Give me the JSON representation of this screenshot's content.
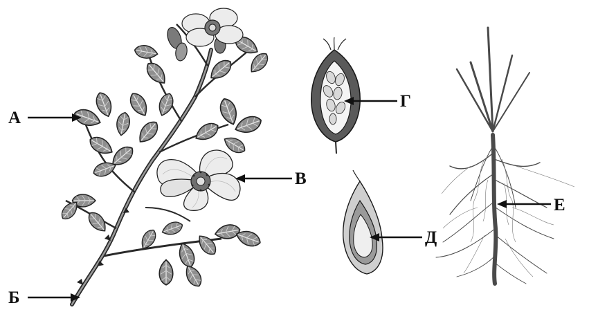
{
  "labels": {
    "a": "А",
    "b": "Б",
    "v": "В",
    "g": "Г",
    "d": "Д",
    "e": "Е"
  },
  "colors": {
    "ink": "#111111",
    "leaf_fill": "#8f8f8f",
    "petal_fill": "#ececec",
    "hip_fill": "#5a5a5a",
    "seed_fill": "#d9d9d9",
    "root": "#4a4a4a"
  }
}
